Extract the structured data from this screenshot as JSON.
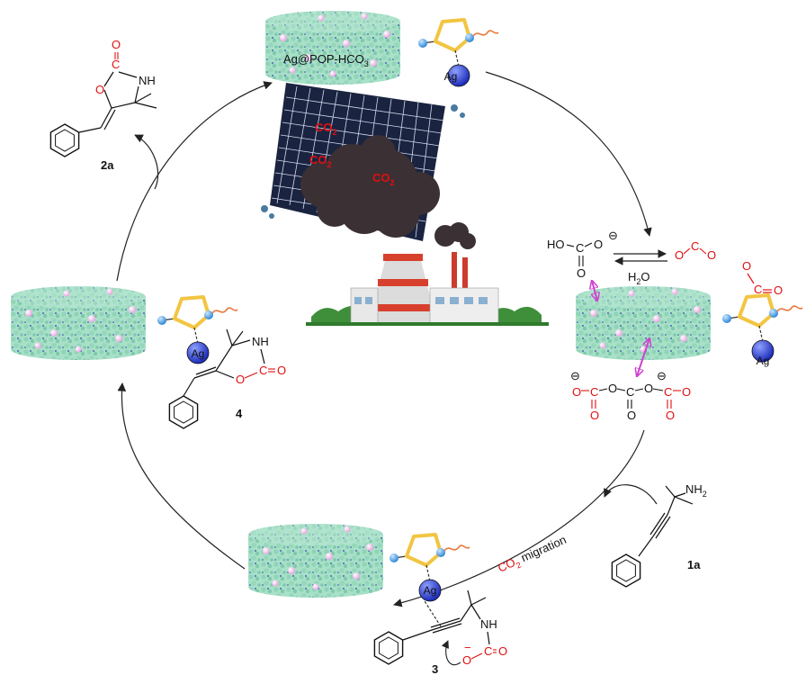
{
  "catalyst_label_main": "Ag@POP-HCO",
  "catalyst_label_sub": "3",
  "metal": "Ag",
  "co2_cloud_labels": [
    {
      "main": "CO",
      "sub": "2"
    },
    {
      "main": "CO",
      "sub": "2"
    },
    {
      "main": "CO",
      "sub": "2"
    }
  ],
  "bicarbonate": {
    "ho": "HO",
    "c": "C",
    "o_minus": "O",
    "o_double": "O",
    "charge": "⊖"
  },
  "co2_free": {
    "o1": "O",
    "c": "C",
    "o2": "O"
  },
  "water_label": {
    "main": "H",
    "sub": "2",
    "end": "O"
  },
  "migration_label": {
    "co": "CO",
    "sub": "2",
    "text": " migration"
  },
  "compounds": {
    "substrate": "1a",
    "product": "2a",
    "intermediate3": "3",
    "intermediate4": "4"
  },
  "atoms": {
    "nh2": "NH",
    "nh2_sub": "2",
    "nh": "NH",
    "o": "O",
    "c": "C",
    "minus": "−"
  },
  "colors": {
    "support": "#a8e0c8",
    "support_dark": "#7fc9ac",
    "pink_sphere": "#f3c6ef",
    "blue_dot": "#2b3fb3",
    "ag_sphere": "#3344dd",
    "ligand_ring": "#f2c542",
    "ligand_bead": "#4aa3e8",
    "red": "#e01010",
    "arrow": "#222222"
  }
}
